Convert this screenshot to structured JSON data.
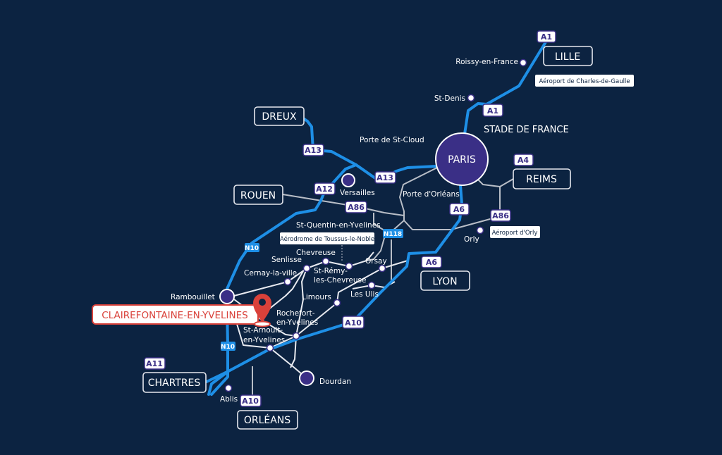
{
  "colors": {
    "background": "#0c2341",
    "highway": "#1e8fe6",
    "node": "#3a2f86",
    "highlight": "#d9413a"
  },
  "cities": {
    "lille": "LILLE",
    "reims": "REIMS",
    "lyon": "LYON",
    "orleans": "ORLÉANS",
    "chartres": "CHARTRES",
    "rouen": "ROUEN",
    "dreux": "DREUX",
    "paris": "PARIS"
  },
  "roads": {
    "a1_top": "A1",
    "a1_mid": "A1",
    "a4": "A4",
    "a13_west": "A13",
    "a13_east": "A13",
    "a12": "A12",
    "a86_west": "A86",
    "a86_east": "A86",
    "a6_top": "A6",
    "a6_bottom": "A6",
    "a10_mid": "A10",
    "a10_bottom": "A10",
    "a11": "A11",
    "n10_top": "N10",
    "n10_bottom": "N10",
    "n118": "N118"
  },
  "places": {
    "roissy": "Roissy-en-France",
    "st_denis": "St-Denis",
    "stade": "STADE DE FRANCE",
    "porte_st_cloud": "Porte de St-Cloud",
    "versailles": "Versailles",
    "porte_orleans": "Porte d'Orléans",
    "orly": "Orly",
    "st_quentin": "St-Quentin-en-Yvelines",
    "chevreuse": "Chevreuse",
    "senlisse": "Senlisse",
    "st_remy_1": "St-Rémy-",
    "st_remy_2": "les-Chevreuse",
    "orsay": "Orsay",
    "cernay": "Cernay-la-ville",
    "les_ulis": "Les Ulis",
    "limours": "Limours",
    "rambouillet": "Rambouillet",
    "rochefort_1": "Rochefort-",
    "rochefort_2": "en-Yvelines",
    "st_arnoult_1": "St-Arnoult-",
    "st_arnoult_2": "en-Yvelines",
    "dourdan": "Dourdan",
    "ablis": "Ablis"
  },
  "airports": {
    "cdg": "Aéroport de Charles-de-Gaulle",
    "orly": "Aéroport d'Orly",
    "toussus": "Aérodrome de Toussus-le-Noble"
  },
  "highlight": {
    "label": "CLAIREFONTAINE-EN-YVELINES",
    "icon": "map-pin-icon"
  }
}
